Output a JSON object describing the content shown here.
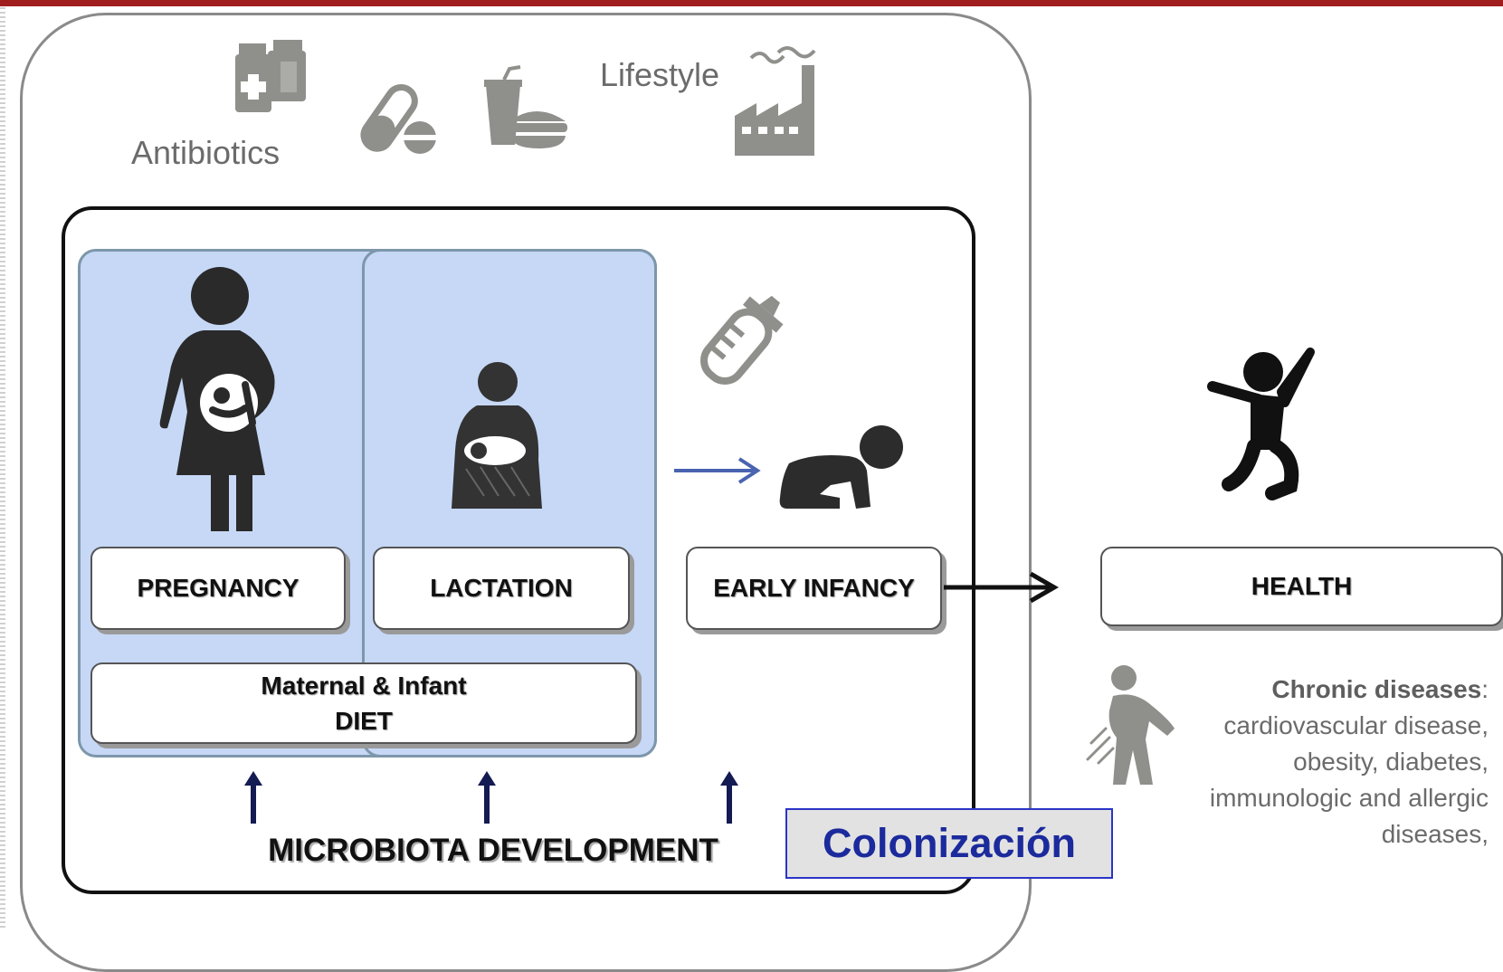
{
  "exposures": {
    "antibiotics": "Antibiotics",
    "lifestyle": "Lifestyle"
  },
  "stages": {
    "pregnancy": "PREGNANCY",
    "lactation": "LACTATION",
    "early_infancy": "EARLY INFANCY",
    "health": "HEALTH"
  },
  "diet": {
    "line1": "Maternal & Infant",
    "line2": "DIET"
  },
  "microbiota": "MICROBIOTA DEVELOPMENT",
  "colonization": "Colonización",
  "chronic": {
    "title": "Chronic diseases",
    "lines": [
      "cardiovascular disease,",
      "obesity, diabetes,",
      "immunologic and allergic",
      "diseases,"
    ]
  },
  "colors": {
    "blue_panel": "#c6d8f6",
    "icon_gray": "#8f908b",
    "arrow_navy": "#141a52",
    "arrow_blue": "#4a63b0",
    "colon_text": "#1b2a9c"
  },
  "icons": [
    "medicine-bottles-icon",
    "pill-capsule-icon",
    "fast-food-icon",
    "factory-icon",
    "pregnant-woman-icon",
    "breastfeeding-mother-icon",
    "baby-bottle-icon",
    "crawling-baby-icon",
    "jumping-child-icon",
    "sick-person-icon"
  ]
}
